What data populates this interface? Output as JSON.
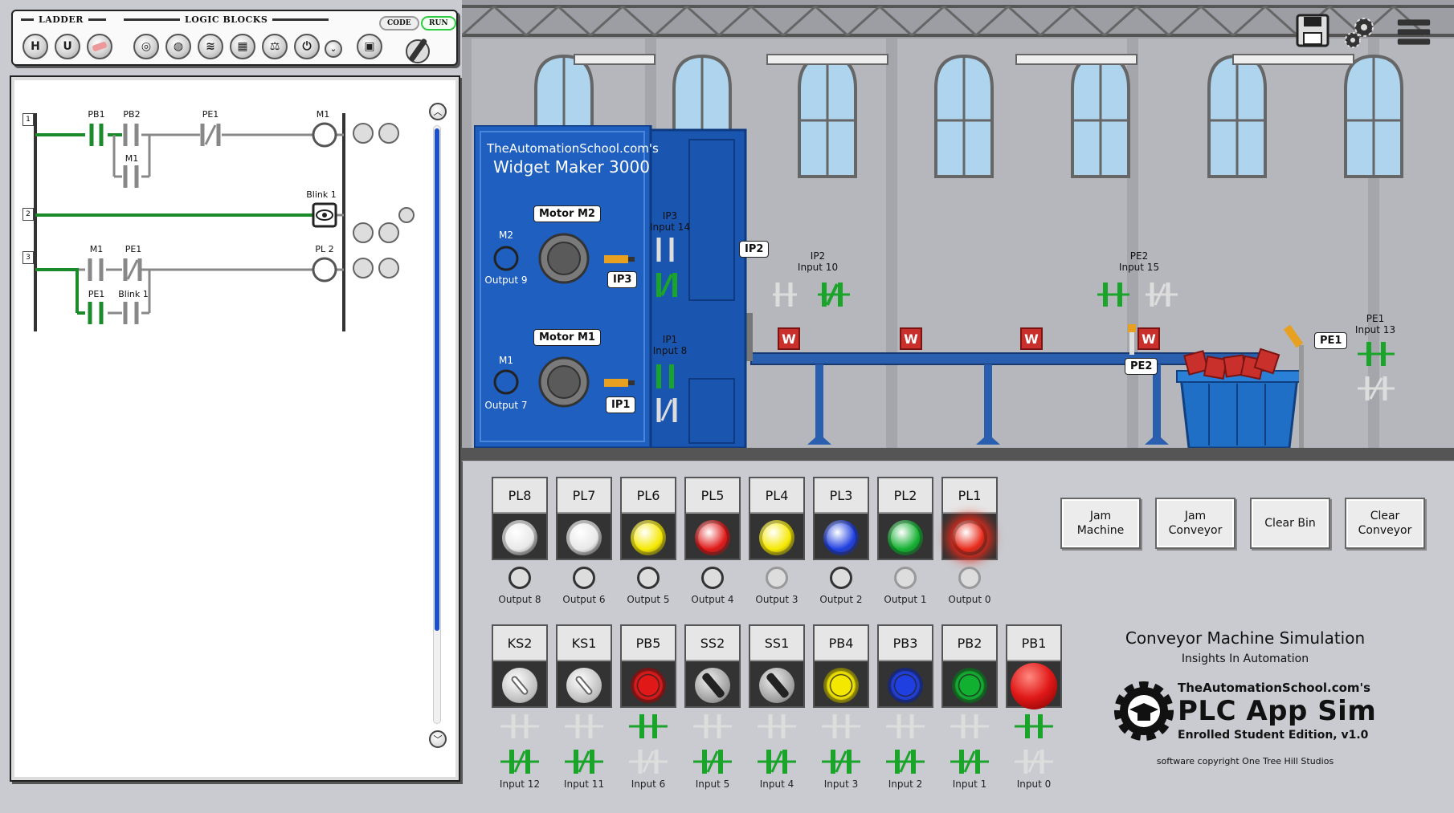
{
  "toolbar": {
    "ladder_label": "LADDER",
    "logic_label": "LOGIC BLOCKS",
    "code_label": "CODE",
    "run_label": "RUN"
  },
  "ladder": {
    "rung_numbers": [
      "1",
      "2",
      "3"
    ],
    "rung1": {
      "pb1": "PB1",
      "pb2": "PB2",
      "pe1": "PE1",
      "m1_coil": "M1",
      "m1_branch": "M1"
    },
    "rung2": {
      "blink": "Blink 1"
    },
    "rung3": {
      "m1": "M1",
      "pe1": "PE1",
      "pl2": "PL 2",
      "pe1_branch": "PE1",
      "blink_branch": "Blink 1"
    }
  },
  "machine": {
    "brand": "TheAutomationSchool.com's",
    "name": "Widget Maker 3000",
    "motor_m2": {
      "tag": "Motor M2",
      "id": "M2",
      "output": "Output 9"
    },
    "motor_m1": {
      "tag": "Motor M1",
      "id": "M1",
      "output": "Output 7"
    },
    "ip3_tag": "IP3",
    "ip1_tag": "IP1"
  },
  "sensors": {
    "ip3": {
      "name": "IP3",
      "input": "Input 14"
    },
    "ip1": {
      "name": "IP1",
      "input": "Input 8"
    },
    "ip2": {
      "name": "IP2",
      "input": "Input 10",
      "tag": "IP2"
    },
    "pe2": {
      "name": "PE2",
      "input": "Input 15",
      "tag": "PE2"
    },
    "pe1": {
      "name": "PE1",
      "input": "Input 13",
      "tag": "PE1"
    }
  },
  "widget_letter": "W",
  "lights": [
    {
      "label": "PL8",
      "output": "Output 8",
      "color": "#e8e8e8",
      "on": false
    },
    {
      "label": "PL7",
      "output": "Output 6",
      "color": "#e8e8e8",
      "on": false
    },
    {
      "label": "PL6",
      "output": "Output 5",
      "color": "#f5e800",
      "on": false
    },
    {
      "label": "PL5",
      "output": "Output 4",
      "color": "#e01818",
      "on": false
    },
    {
      "label": "PL4",
      "output": "Output 3",
      "color": "#f5e800",
      "on": false
    },
    {
      "label": "PL3",
      "output": "Output 2",
      "color": "#1f3fe0",
      "on": false
    },
    {
      "label": "PL2",
      "output": "Output 1",
      "color": "#12b030",
      "on": false
    },
    {
      "label": "PL1",
      "output": "Output 0",
      "color": "#e82a1a",
      "on": true
    }
  ],
  "inputs": [
    {
      "label": "KS2",
      "input": "Input 12",
      "kind": "key",
      "color": "#dcdcdc",
      "no_on": false
    },
    {
      "label": "KS1",
      "input": "Input 11",
      "kind": "key",
      "color": "#dcdcdc",
      "no_on": false
    },
    {
      "label": "PB5",
      "input": "Input 6",
      "kind": "push",
      "color": "#e01818",
      "no_on": true
    },
    {
      "label": "SS2",
      "input": "Input 5",
      "kind": "selector",
      "color": "#222222",
      "no_on": false
    },
    {
      "label": "SS1",
      "input": "Input 4",
      "kind": "selector",
      "color": "#222222",
      "no_on": false
    },
    {
      "label": "PB4",
      "input": "Input 3",
      "kind": "push",
      "color": "#f5e800",
      "no_on": false
    },
    {
      "label": "PB3",
      "input": "Input 2",
      "kind": "push",
      "color": "#1f3fe0",
      "no_on": false
    },
    {
      "label": "PB2",
      "input": "Input 1",
      "kind": "push",
      "color": "#12b030",
      "no_on": false
    },
    {
      "label": "PB1",
      "input": "Input 0",
      "kind": "mushroom",
      "color": "#e01818",
      "no_on": true
    }
  ],
  "actions": [
    {
      "label": "Jam\nMachine"
    },
    {
      "label": "Jam\nConveyor"
    },
    {
      "label": "Clear Bin"
    },
    {
      "label": "Clear\nConveyor"
    }
  ],
  "branding": {
    "title": "Conveyor Machine Simulation",
    "subtitle": "Insights In Automation",
    "school": "TheAutomationSchool.com's",
    "product": "PLC App Sim",
    "edition": "Enrolled Student Edition, v1.0",
    "copyright": "software copyright One Tree Hill Studios"
  },
  "colors": {
    "energized": "#1a8a2a",
    "rail": "#333333",
    "machine_blue": "#1e5fbf",
    "conveyor_blue": "#2a5fb0"
  }
}
